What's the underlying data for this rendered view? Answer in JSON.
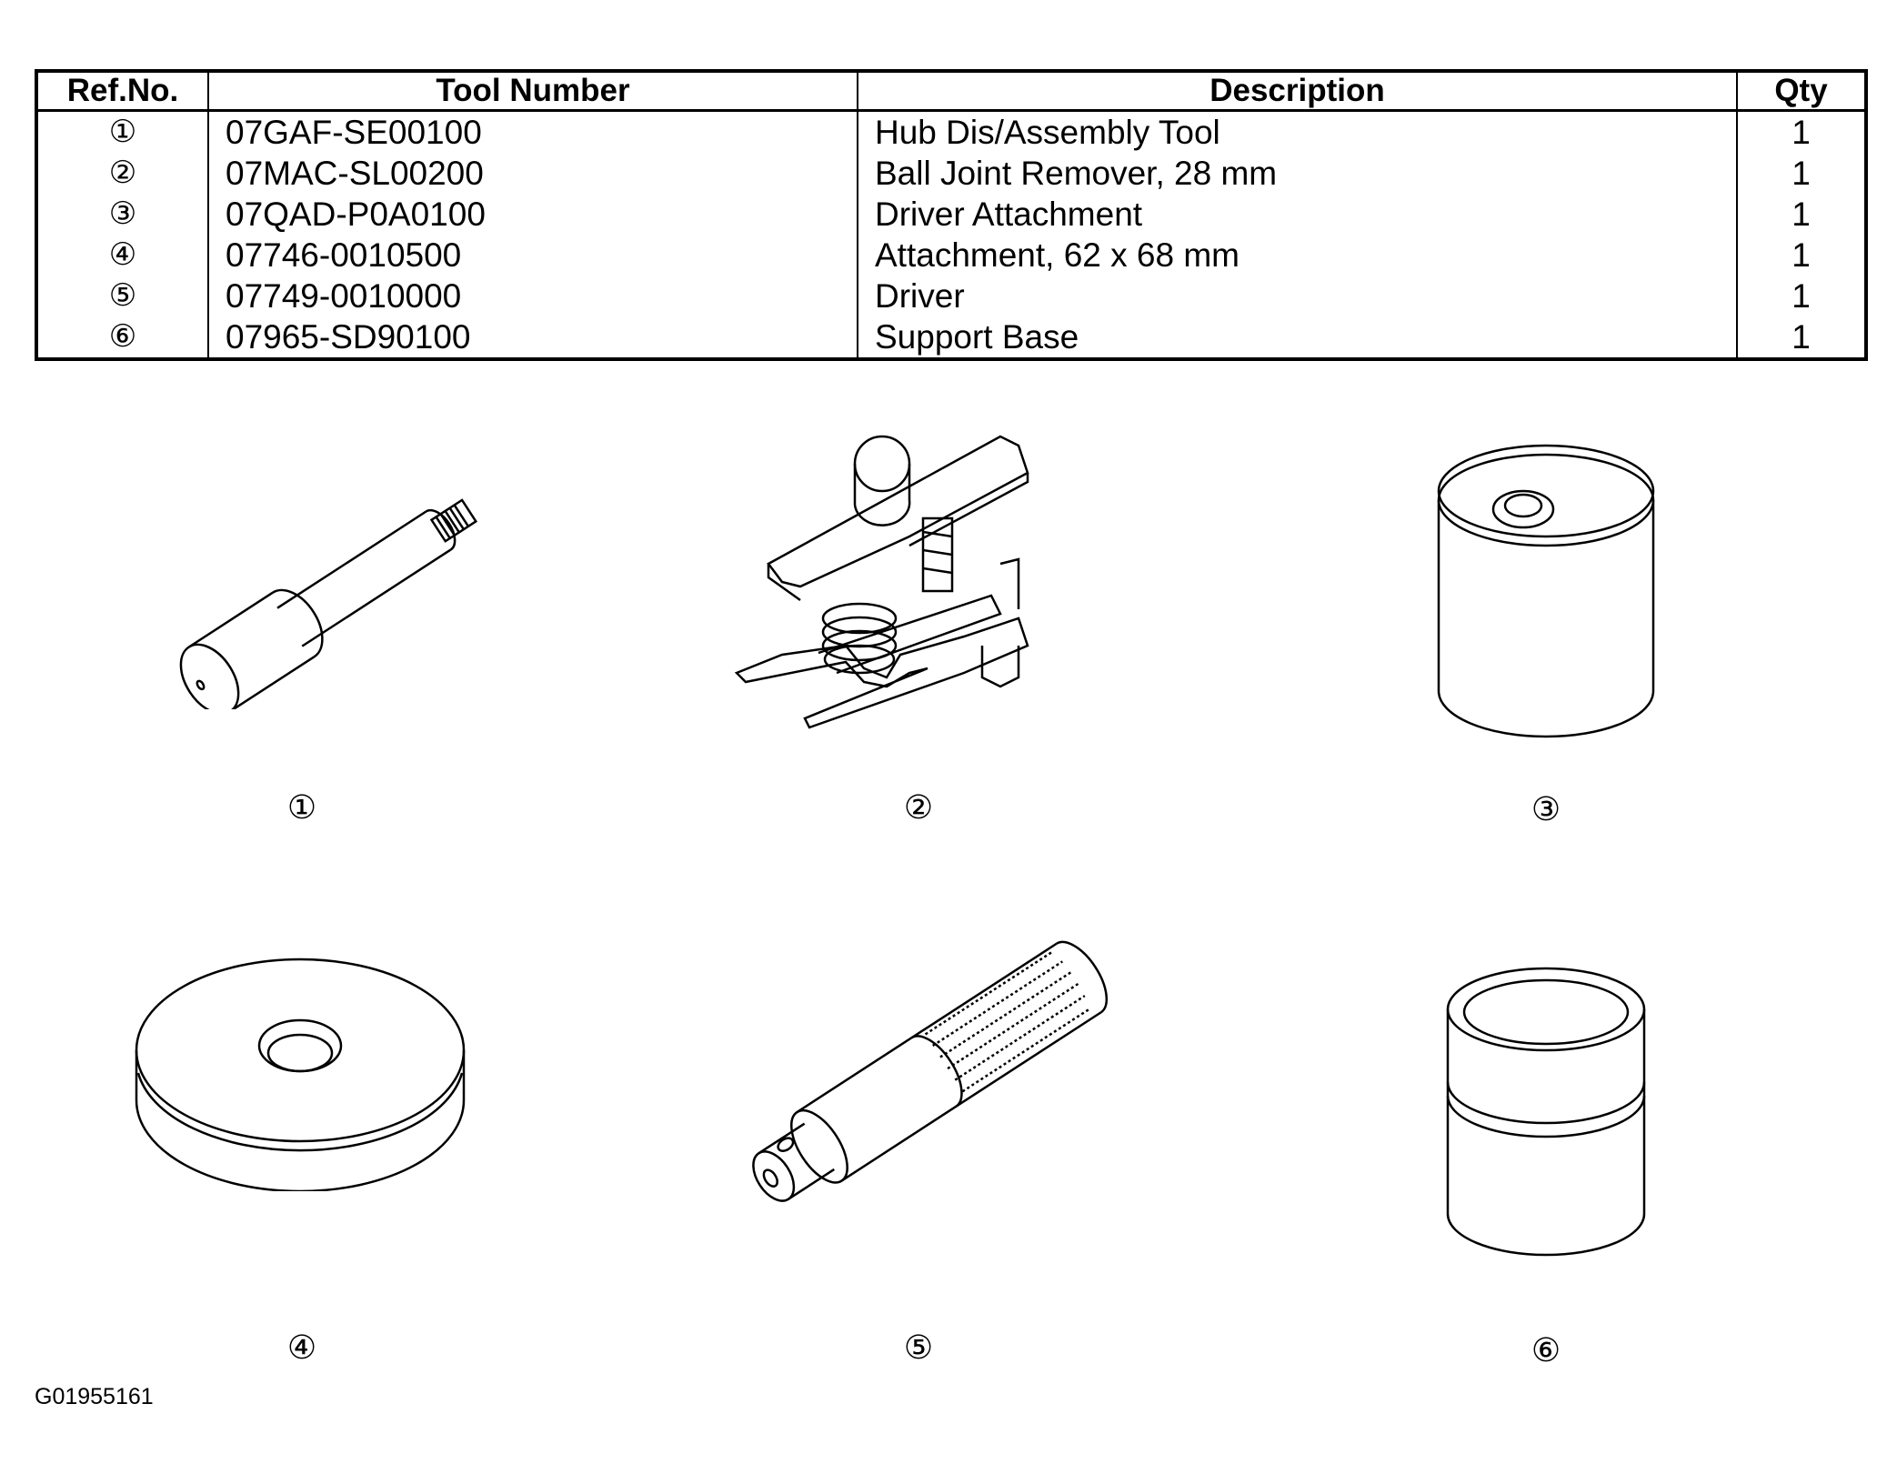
{
  "table": {
    "headers": {
      "ref": "Ref.No.",
      "tool_number": "Tool Number",
      "description": "Description",
      "qty": "Qty"
    },
    "rows": [
      {
        "ref": "①",
        "tool_number": "07GAF-SE00100",
        "description": "Hub Dis/Assembly Tool",
        "qty": "1"
      },
      {
        "ref": "②",
        "tool_number": "07MAC-SL00200",
        "description": "Ball Joint Remover, 28 mm",
        "qty": "1"
      },
      {
        "ref": "③",
        "tool_number": "07QAD-P0A0100",
        "description": "Driver Attachment",
        "qty": "1"
      },
      {
        "ref": "④",
        "tool_number": "07746-0010500",
        "description": "Attachment, 62 x 68 mm",
        "qty": "1"
      },
      {
        "ref": "⑤",
        "tool_number": "07749-0010000",
        "description": "Driver",
        "qty": "1"
      },
      {
        "ref": "⑥",
        "tool_number": "07965-SD90100",
        "description": "Support Base",
        "qty": "1"
      }
    ]
  },
  "figures": [
    {
      "label": "①",
      "icon": "hub-tool-icon"
    },
    {
      "label": "②",
      "icon": "ball-joint-remover-icon"
    },
    {
      "label": "③",
      "icon": "driver-attachment-icon"
    },
    {
      "label": "④",
      "icon": "attachment-ring-icon"
    },
    {
      "label": "⑤",
      "icon": "driver-handle-icon"
    },
    {
      "label": "⑥",
      "icon": "support-base-icon"
    }
  ],
  "figure_code": "G01955161"
}
